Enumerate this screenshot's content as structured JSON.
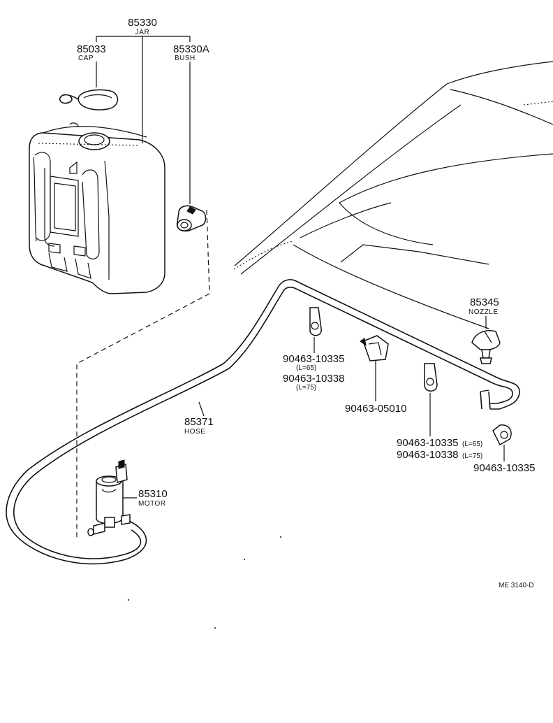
{
  "parts": {
    "jar": {
      "number": "85330",
      "name": "JAR"
    },
    "cap": {
      "number": "85033",
      "name": "CAP"
    },
    "bush": {
      "number": "85330A",
      "name": "BUSH"
    },
    "nozzle": {
      "number": "85345",
      "name": "NOZZLE"
    },
    "hose": {
      "number": "85371",
      "name": "HOSE"
    },
    "motor": {
      "number": "85310",
      "name": "MOTOR"
    },
    "clamp_a": {
      "line1": "90463-10335",
      "note1": "(L=65)",
      "line2": "90463-10338",
      "note2": "(L=75)"
    },
    "clip": {
      "number": "90463-05010"
    },
    "clamp_b": {
      "line1": "90463-10335",
      "note1": "(L=65)",
      "line2": "90463-10338",
      "note2": "(L=75)"
    },
    "clamp_c": {
      "number": "90463-10335"
    }
  },
  "diagram_code": "ME 3140-D"
}
